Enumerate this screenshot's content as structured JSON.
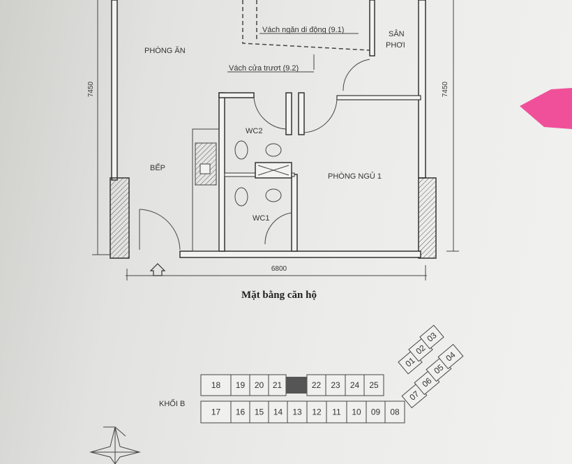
{
  "plan": {
    "rooms": {
      "dining": "PHÒNG ĂN",
      "kitchen": "BẾP",
      "wc2": "WC2",
      "wc1": "WC1",
      "bedroom1": "PHÒNG NGỦ 1",
      "balcony_line1": "SÂN",
      "balcony_line2": "PHƠI"
    },
    "annotations": {
      "movable_partition": "Vách ngăn di động (9.1)",
      "sliding_door": "Vách cửa trươt (9.2)"
    },
    "dimensions": {
      "left_height": "7450",
      "right_height": "7450",
      "width": "6800"
    },
    "title": "Mặt bằng căn hộ"
  },
  "key_plan": {
    "block_label": "KHỐI B",
    "top_row": [
      "18",
      "19",
      "20",
      "21",
      "22",
      "23",
      "24",
      "25"
    ],
    "bottom_row": [
      "17",
      "16",
      "15",
      "14",
      "13",
      "12",
      "11",
      "10",
      "09",
      "08"
    ],
    "wing_inner": [
      "01",
      "02",
      "03"
    ],
    "wing_outer": [
      "07",
      "06",
      "05",
      "04"
    ]
  },
  "colors": {
    "sticky_note": "#f0509a"
  }
}
